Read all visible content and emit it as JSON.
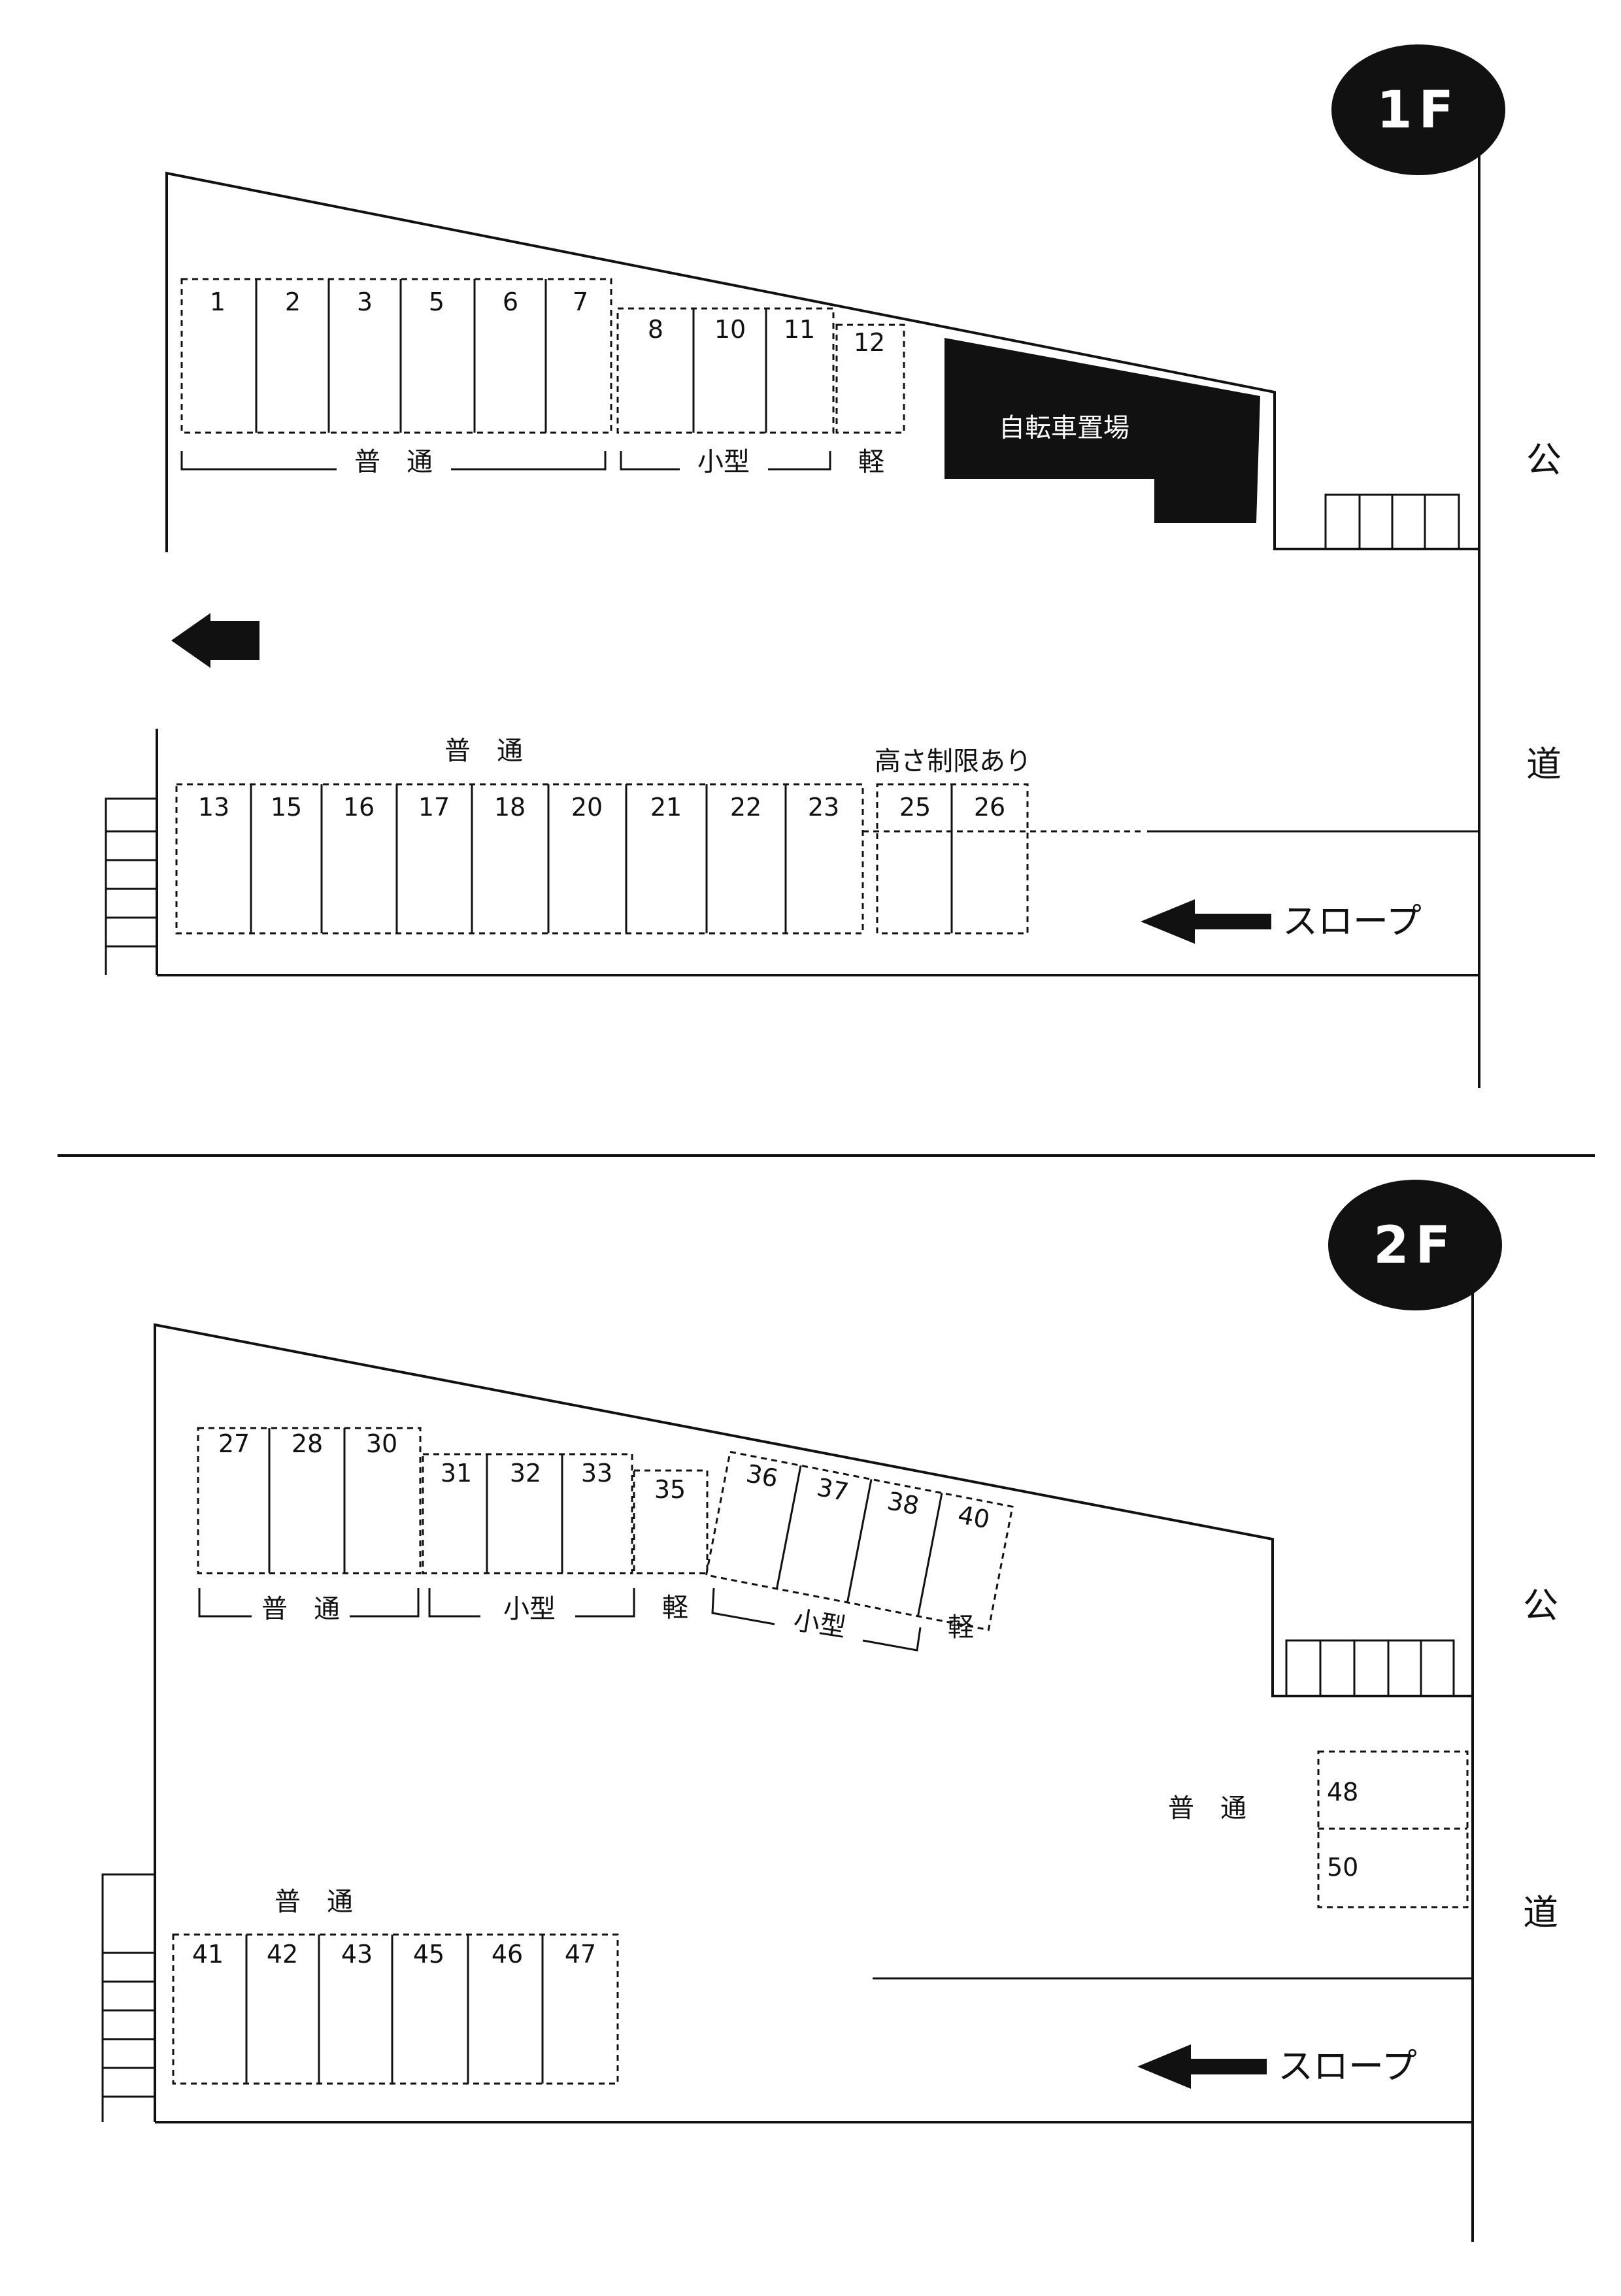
{
  "road": {
    "char1": "公",
    "char2": "道"
  },
  "floor1": {
    "badge": "1F",
    "bike_parking": "自転車置場",
    "slope": "スロープ",
    "top_spaces": [
      "1",
      "2",
      "3",
      "5",
      "6",
      "7",
      "8",
      "10",
      "11",
      "12"
    ],
    "top_groups": [
      "普　通",
      "小型",
      "軽"
    ],
    "bottom_label": "普　通",
    "height_limit": "高さ制限あり",
    "bottom_spaces": [
      "13",
      "15",
      "16",
      "17",
      "18",
      "20",
      "21",
      "22",
      "23",
      "25",
      "26"
    ]
  },
  "floor2": {
    "badge": "2F",
    "slope": "スロープ",
    "top_spaces": [
      "27",
      "28",
      "30",
      "31",
      "32",
      "33",
      "35"
    ],
    "tilted_spaces": [
      "36",
      "37",
      "38",
      "40"
    ],
    "top_groups": [
      "普　通",
      "小型",
      "軽",
      "小型",
      "軽"
    ],
    "right_label": "普　通",
    "right_spaces": [
      "48",
      "50"
    ],
    "bottom_label": "普　通",
    "bottom_spaces": [
      "41",
      "42",
      "43",
      "45",
      "46",
      "47"
    ]
  }
}
